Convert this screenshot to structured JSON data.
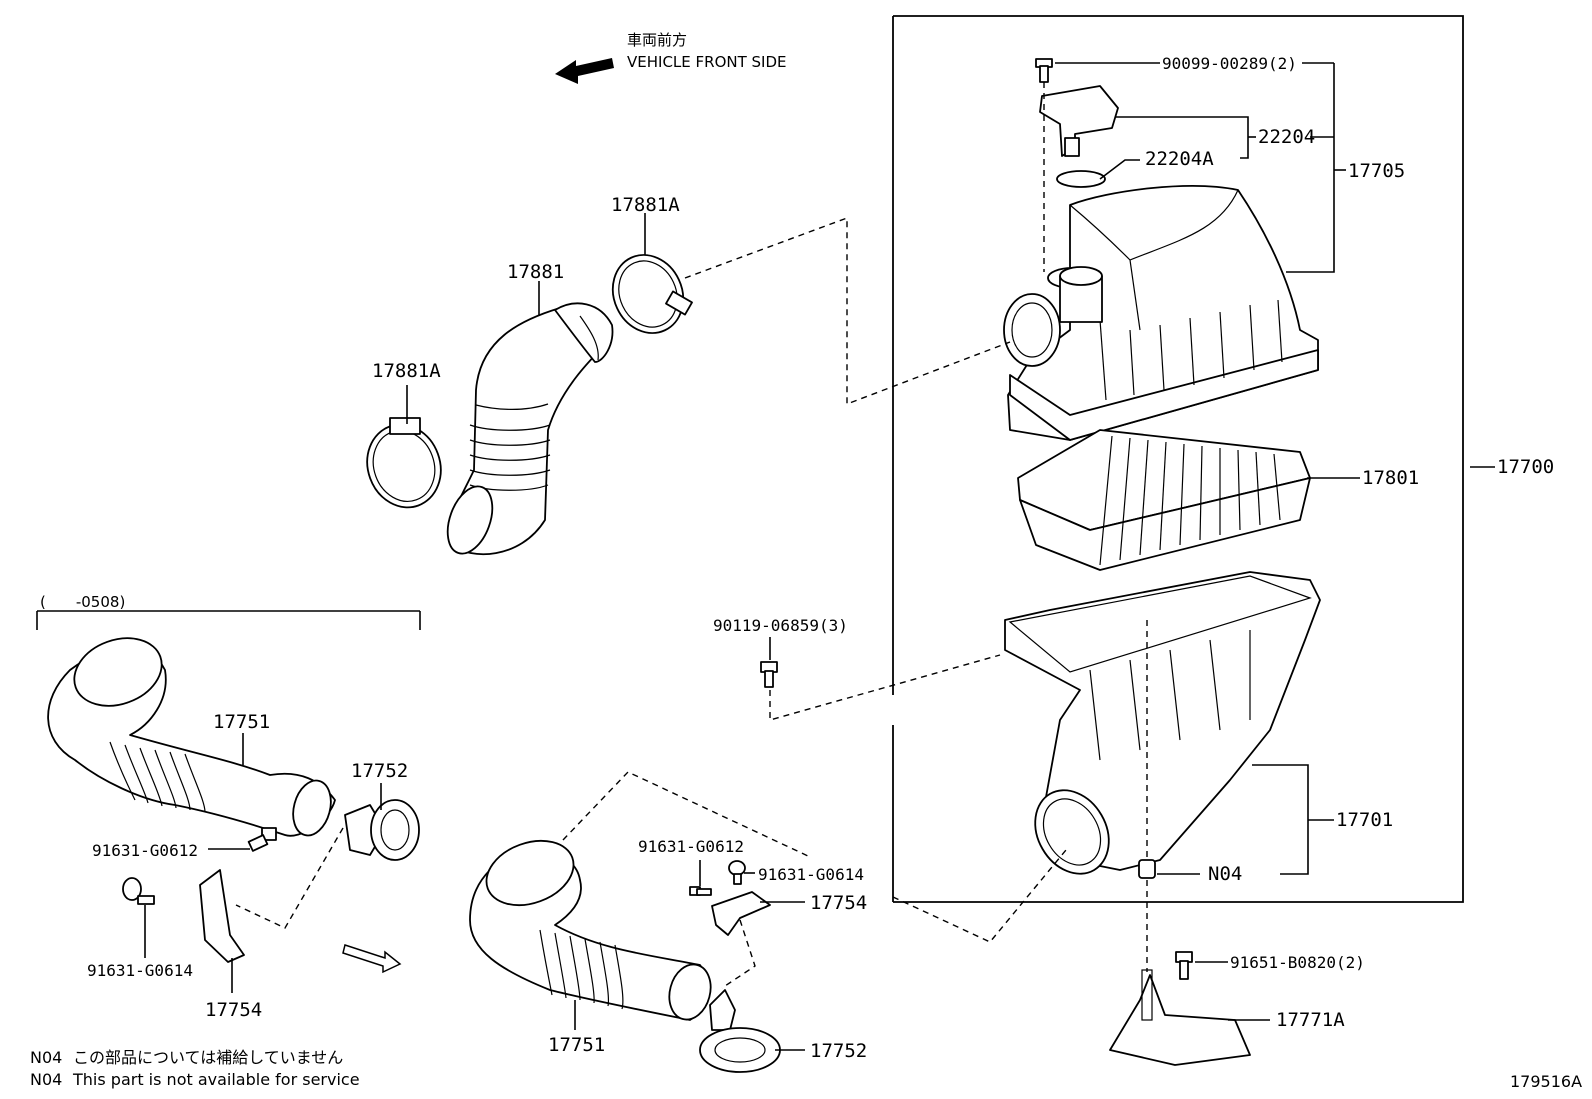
{
  "diagram": {
    "direction": {
      "label_jp": "車両前方",
      "label_en": "VEHICLE FRONT SIDE"
    },
    "date_range": "(　　-0508)",
    "part_numbers": {
      "clamp_upper": "17881A",
      "hose_upper": "17881",
      "clamp_lower": "17881A",
      "screw_sensor": "90099-00289(2)",
      "sensor": "22204",
      "oring": "22204A",
      "cap_sub": "17705",
      "element": "17801",
      "cleaner_assy": "17700",
      "case": "17701",
      "note_part": "N04",
      "bolt_case": "90119-06859(3)",
      "bracket_bolt": "91651-B0820(2)",
      "bracket": "17771A",
      "inlet_left": "17751",
      "grommet_left": "17752",
      "bolt_left_a": "91631-G0612",
      "bolt_left_b": "91631-G0614",
      "stay_left": "17754",
      "bolt_right_a": "91631-G0612",
      "bolt_right_b": "91631-G0614",
      "stay_right": "17754",
      "inlet_right": "17751",
      "grommet_right": "17752"
    },
    "notes": [
      {
        "code": "N04",
        "text": "この部品については補給していません"
      },
      {
        "code": "N04",
        "text": "This part is not available for service"
      }
    ],
    "figure_id": "179516A"
  }
}
